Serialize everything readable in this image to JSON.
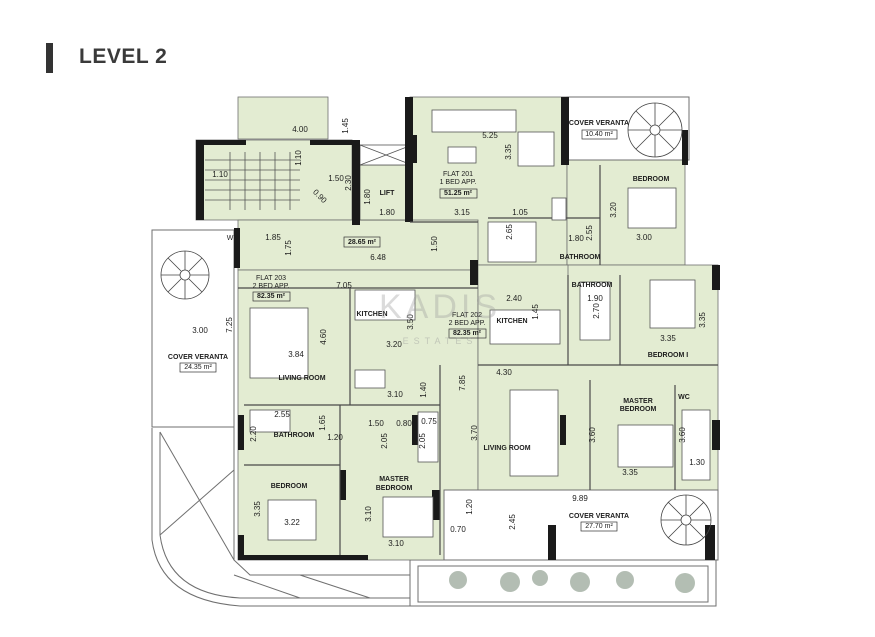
{
  "header": {
    "title": "LEVEL 2"
  },
  "colors": {
    "floor": "#e3ecd2",
    "wall": "#1a1a1a",
    "veranta": "#ffffff",
    "outline": "#6f6f6f"
  },
  "watermark": {
    "brand": "KADIS",
    "sub": "ESTATES"
  },
  "rooms": {
    "lift": "LIFT",
    "lobby_area": "28.65 m²",
    "flat201_name": "FLAT 201",
    "flat201_type": "1 BED APP.",
    "flat201_area": "51.25 m²",
    "flat202_name": "FLAT 202",
    "flat202_type": "2 BED APP.",
    "flat202_area": "82.35 m²",
    "flat203_name": "FLAT 203",
    "flat203_type": "2 BED APP.",
    "flat203_area": "82.35 m²",
    "cover_veranta": "COVER VERANTA",
    "veranta_top_area": "10.40 m²",
    "veranta_left_area": "24.35 m²",
    "veranta_bottom_area": "27.70 m²",
    "bedroom": "BEDROOM",
    "bedroom_1": "BEDROOM I",
    "bathroom": "BATHROOM",
    "bathroom_hyphen": "BATHROOM",
    "kitchen": "KITCHEN",
    "living_room": "LIVING ROOM",
    "master": "MASTER",
    "bedroom_word": "BEDROOM",
    "wc": "WC",
    "w": "W"
  },
  "dimensions": {
    "d4_00": "4.00",
    "d1_45": "1.45",
    "d1_10a": "1.10",
    "d1_10b": "1.10",
    "d1_50a": "1.50",
    "d2_30": "2.30",
    "d0_90": "0.90",
    "d1_80a": "1.80",
    "d1_80b": "1.80",
    "d5_25": "5.25",
    "d3_35a": "3.35",
    "d3_15": "3.15",
    "d1_05": "1.05",
    "d2_65": "2.65",
    "d1_80c": "1.80",
    "d2_55a": "2.55",
    "d3_20a": "3.20",
    "d3_00a": "3.00",
    "d1_85": "1.85",
    "d1_75": "1.75",
    "d6_48": "6.48",
    "d1_50b": "1.50",
    "d7_05": "7.05",
    "d2_40": "2.40",
    "d1_45b": "1.45",
    "d1_90": "1.90",
    "d2_70": "2.70",
    "d3_35b": "3.35",
    "d3_35c": "3.35",
    "d3_00b": "3.00",
    "d7_25": "7.25",
    "d3_50": "3.50",
    "d4_60": "4.60",
    "d3_84": "3.84",
    "d3_20b": "3.20",
    "d3_10a": "3.10",
    "d1_40": "1.40",
    "d7_85": "7.85",
    "d4_30": "4.30",
    "d2_55b": "2.55",
    "d1_65": "1.65",
    "d1_20a": "1.20",
    "d1_50c": "1.50",
    "d0_80": "0.80",
    "d0_75": "0.75",
    "d2_05a": "2.05",
    "d2_05b": "2.05",
    "d2_20": "2.20",
    "d3_70": "3.70",
    "d3_60a": "3.60",
    "d3_60b": "3.60",
    "d1_30": "1.30",
    "d3_35d": "3.35",
    "d3_35e": "3.35",
    "d3_22": "3.22",
    "d3_10b": "3.10",
    "d3_10c": "3.10",
    "d9_89": "9.89",
    "d1_20b": "1.20",
    "d0_70": "0.70",
    "d2_45": "2.45"
  }
}
